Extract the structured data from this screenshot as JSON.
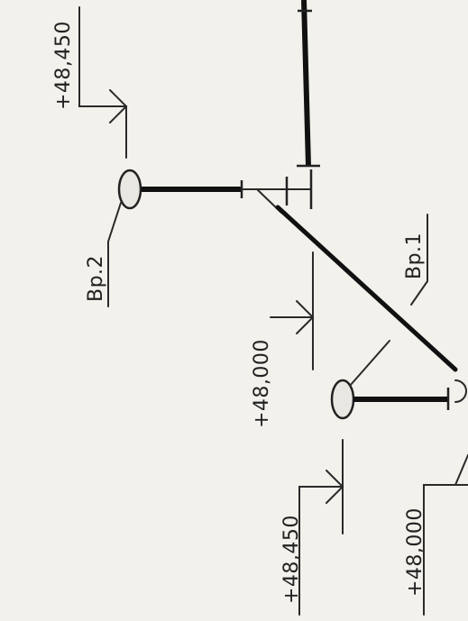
{
  "elevations": {
    "top_left": "+48,450",
    "middle": "+48,000",
    "bottom_left": "+48,450",
    "bottom_right": "+48,000"
  },
  "tags": {
    "branch_2": "Вр.2",
    "branch_1": "Вр.1"
  }
}
